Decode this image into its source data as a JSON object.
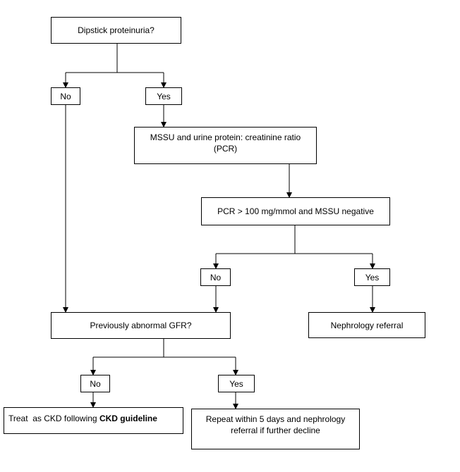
{
  "nodes": {
    "dipstick": "Dipstick proteinuria?",
    "no_1": "No",
    "yes_1": "Yes",
    "mssu_pcr": "MSSU and urine  protein: creatinine ratio (PCR)",
    "pcr_threshold": "PCR > 100 mg/mmol and MSSU negative",
    "no_2": "No",
    "yes_2": "Yes",
    "nephrology_referral": "Nephrology referral",
    "prev_gfr": "Previously abnormal GFR?",
    "no_3": "No",
    "yes_3": "Yes",
    "treat_ckd_prefix": "Treat  as CKD following ",
    "treat_ckd_link": "CKD guideline",
    "repeat_text": "Repeat within 5 days and nephrology referral if further decline"
  },
  "colors": {
    "line": "#000000",
    "box_border": "#000000",
    "background": "#ffffff"
  }
}
